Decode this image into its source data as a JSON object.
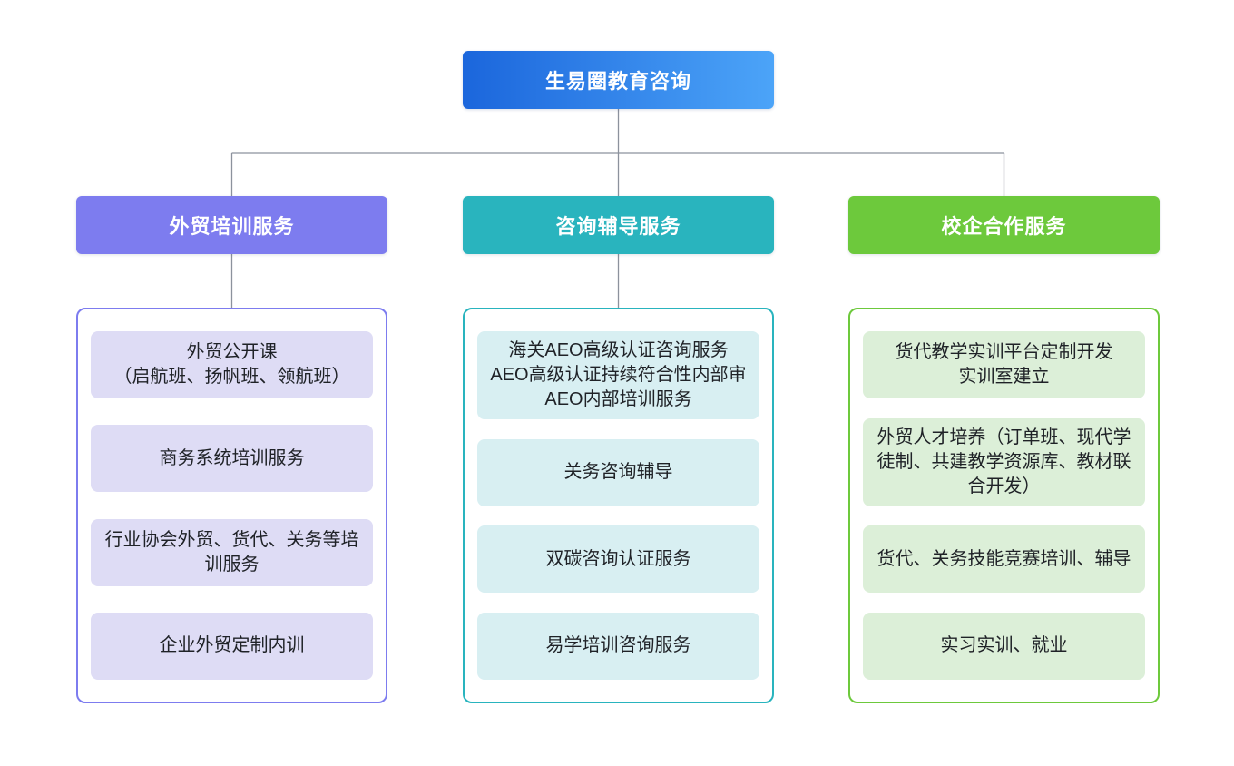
{
  "root": {
    "label": "生易圈教育咨询",
    "gradient": [
      "#1B66DC",
      "#4CA4F8"
    ]
  },
  "columns": [
    {
      "label": "外贸培训服务",
      "theme": {
        "accent": "#7D7CEF",
        "item_fill": "#DEDCF5"
      },
      "items": [
        {
          "text": "外贸公开课\n（启航班、扬帆班、领航班）"
        },
        {
          "text": "商务系统培训服务"
        },
        {
          "text": "行业协会外贸、货代、关务等培训服务"
        },
        {
          "text": "企业外贸定制内训"
        }
      ]
    },
    {
      "label": "咨询辅导服务",
      "theme": {
        "accent": "#29B4BE",
        "item_fill": "#D8EFF2"
      },
      "items": [
        {
          "text": "海关AEO高级认证咨询服务\nAEO高级认证持续符合性内部审\nAEO内部培训服务"
        },
        {
          "text": "关务咨询辅导"
        },
        {
          "text": "双碳咨询认证服务"
        },
        {
          "text": "易学培训咨询服务"
        }
      ]
    },
    {
      "label": "校企合作服务",
      "theme": {
        "accent": "#6DC93C",
        "item_fill": "#DCEFD8"
      },
      "items": [
        {
          "text": "货代教学实训平台定制开发\n实训室建立"
        },
        {
          "text": "外贸人才培养（订单班、现代学徒制、共建教学资源库、教材联合开发）"
        },
        {
          "text": "货代、关务技能竞赛培训、辅导"
        },
        {
          "text": "实习实训、就业"
        }
      ]
    }
  ],
  "palette": {
    "background": "#FFFFFF",
    "connector_line": "#8C929D",
    "header_text": "#FFFFFF",
    "item_text": "#1F2227"
  }
}
